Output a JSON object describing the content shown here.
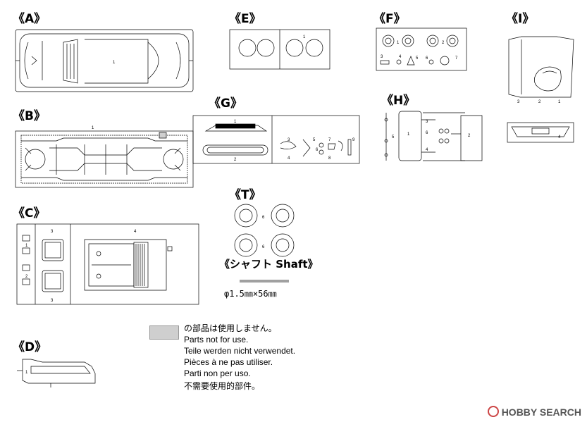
{
  "sections": {
    "A": "《A》",
    "B": "《B》",
    "C": "《C》",
    "D": "《D》",
    "E": "《E》",
    "F": "《F》",
    "G": "《G》",
    "H": "《H》",
    "I": "《I》",
    "T": "《T》"
  },
  "shaft": {
    "title": "《シャフト Shaft》",
    "size": "φ1.5㎜×56㎜"
  },
  "legend": {
    "jp": "の部品は使用しません。",
    "en": "Parts not for use.",
    "de": "Teile werden nicht verwendet.",
    "fr": "Pièces à ne pas utiliser.",
    "it": "Parti non per uso.",
    "zh": "不需要使用的部件。"
  },
  "part_numbers": {
    "A1": "1",
    "B1": "1",
    "C1": "1",
    "C2": "2",
    "C3a": "3",
    "C3b": "3",
    "C4": "4",
    "D1": "1",
    "E1": "1",
    "F1": "1",
    "F2": "2",
    "F3": "3",
    "F4": "4",
    "F5": "5",
    "F6": "6",
    "F7": "7",
    "G1": "1",
    "G2": "2",
    "G3": "3",
    "G4": "4",
    "G5": "5",
    "G6": "6",
    "G7": "7",
    "G8": "8",
    "G9": "9",
    "H1": "1",
    "H2": "2",
    "H3": "3",
    "H4": "4",
    "H5": "5",
    "H6": "6",
    "I1": "1",
    "I2": "2",
    "I3": "3",
    "I4": "4",
    "T6a": "6",
    "T6b": "6"
  },
  "watermark": "HOBBY SEARCH"
}
